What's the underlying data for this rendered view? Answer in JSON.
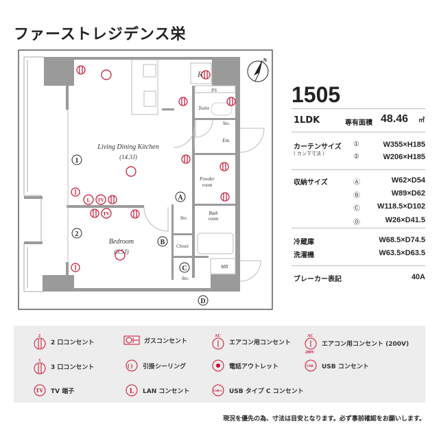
{
  "title": "ファーストレジデンス栄",
  "unit": {
    "number": "1505",
    "layout": "1LDK",
    "area_label": "専有面積",
    "area_value": "48.46",
    "area_unit": "㎡"
  },
  "curtain": {
    "label": "カーテンサイズ",
    "note": "( カン下寸法 )",
    "rows": [
      {
        "mark": "①",
        "value": "W355×H185"
      },
      {
        "mark": "②",
        "value": "W206×H185"
      }
    ]
  },
  "storage": {
    "label": "収納サイズ",
    "rows": [
      {
        "mark": "Ⓐ",
        "value": "W62×D54"
      },
      {
        "mark": "Ⓑ",
        "value": "W89×D62"
      },
      {
        "mark": "Ⓒ",
        "value": "W118.5×D102"
      },
      {
        "mark": "Ⓓ",
        "value": "W26×D41.5"
      }
    ]
  },
  "fridge": {
    "label": "冷蔵庫",
    "value": "W68.5×D74.5"
  },
  "washer": {
    "label": "洗濯機",
    "value": "W63.5×D63.5"
  },
  "breaker": {
    "label": "ブレーカー表記",
    "value": "40A"
  },
  "plan": {
    "ldk": "Living Dining Kitchen",
    "ldk_size": "(14.3J)",
    "bedroom": "Bedroom",
    "bedroom_size": "(6.5J)",
    "toilet": "Toilet",
    "ps": "PS",
    "sto": "Sto.",
    "ent": "Ent.",
    "powder": "Powder",
    "powder2": "room",
    "bath": "Bath",
    "bath2": "room",
    "closet": "Closet",
    "mb": "MB",
    "refrigerator": "R",
    "compass": "N",
    "window1": "1",
    "window2": "2",
    "markA": "A",
    "markB": "B",
    "markC": "C",
    "markD": "D"
  },
  "legend": [
    {
      "icon": "outlet-2",
      "label": "2 口コンセント",
      "glyph": "2"
    },
    {
      "icon": "gas-outlet",
      "label": "ガスコンセント"
    },
    {
      "icon": "ac-outlet",
      "label": "エアコン用コンセント",
      "glyph": "AC"
    },
    {
      "icon": "ac-outlet-200v",
      "label": "エアコン用コンセント (200V)",
      "glyph": "AC",
      "glyph2": "200V"
    },
    {
      "icon": "outlet-3",
      "label": "3 口コンセント",
      "glyph": "3"
    },
    {
      "icon": "ceiling-hook",
      "label": "引掛シーリング",
      "glyph": "( )"
    },
    {
      "icon": "phone-outlet",
      "label": "電話アウトレット"
    },
    {
      "icon": "usb-outlet",
      "label": "USB コンセント",
      "glyph": "USB"
    },
    {
      "icon": "tv-terminal",
      "label": "TV 端子",
      "glyph": "TV"
    },
    {
      "icon": "lan-outlet",
      "label": "LAN コンセント",
      "glyph": "L"
    },
    {
      "icon": "usb-c-outlet",
      "label": "USB タイプ C コンセント",
      "glyph": "USB-C"
    }
  ],
  "note": "現況を優先の為、寸法は目安となります。必ず事前確認をお願いします。",
  "colors": {
    "accent": "#c8102e",
    "wall": "#9a9a9a",
    "legend_bg": "#ededed"
  }
}
